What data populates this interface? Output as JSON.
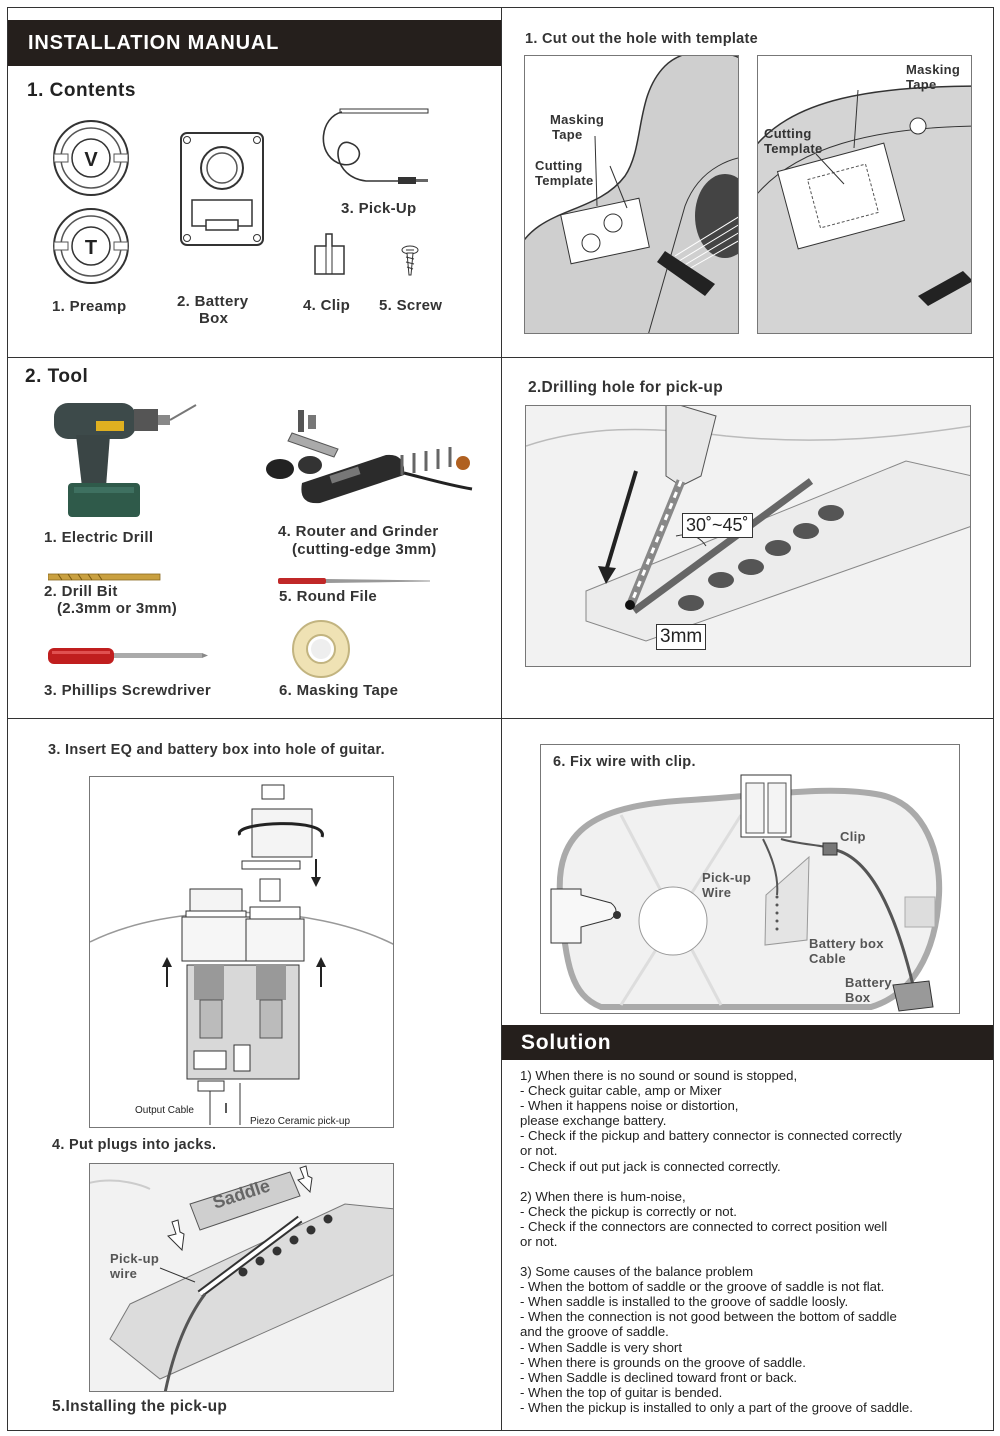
{
  "header": {
    "title": "INSTALLATION MANUAL"
  },
  "contents": {
    "heading": "1. Contents",
    "preamp": "1. Preamp",
    "battery_line1": "2. Battery",
    "battery_line2": "Box",
    "pickup": "3. Pick-Up",
    "clip": "4. Clip",
    "screw": "5. Screw",
    "knob_v": "V",
    "knob_t": "T"
  },
  "tool": {
    "heading": "2. Tool",
    "drill": "1. Electric Drill",
    "router_line1": "4. Router and Grinder",
    "router_line2": "(cutting-edge 3mm)",
    "bit_line1": "2. Drill Bit",
    "bit_line2": "(2.3mm or 3mm)",
    "file": "5. Round File",
    "screwdriver": "3. Phillips Screwdriver",
    "tape": "6. Masking Tape"
  },
  "step1": {
    "heading": "1. Cut out the hole with template",
    "left_mask_line1": "Masking",
    "left_mask_line2": "Tape",
    "left_tmpl_line1": "Cutting",
    "left_tmpl_line2": "Template",
    "right_mask_line1": "Masking",
    "right_mask_line2": "Tape",
    "right_tmpl_line1": "Cutting",
    "right_tmpl_line2": "Template"
  },
  "step2": {
    "heading": "2.Drilling hole for pick-up",
    "angle": "30˚~45˚",
    "size": "3mm"
  },
  "step3": {
    "heading": "3. Insert EQ and battery box into hole of guitar.",
    "output_cable": "Output Cable",
    "piezo": "Piezo Ceramic pick-up"
  },
  "step4": {
    "heading": "4. Put plugs into jacks.",
    "saddle": "Saddle",
    "pickup_wire_line1": "Pick-up",
    "pickup_wire_line2": "wire"
  },
  "step5": {
    "heading": "5.Installing the pick-up"
  },
  "step6": {
    "heading": "6. Fix wire with clip.",
    "clip": "Clip",
    "pickup_wire_line1": "Pick-up",
    "pickup_wire_line2": "Wire",
    "battery_cable_line1": "Battery box",
    "battery_cable_line2": "Cable",
    "battery_line1": "Battery",
    "battery_line2": "Box"
  },
  "solution": {
    "title": "Solution",
    "lines": [
      "1) When there is no sound or sound is stopped,",
      "- Check guitar cable, amp or Mixer",
      "- When it happens noise or distortion,",
      "   please exchange battery.",
      "- Check if the pickup and battery connector is connected correctly",
      "   or not.",
      "- Check if out put jack is connected correctly.",
      "",
      "2) When there is hum-noise,",
      "- Check the pickup is correctly or not.",
      "- Check if the connectors are connected to correct position well",
      "  or not.",
      "",
      "3) Some causes of the balance problem",
      "- When the bottom of saddle or the groove of saddle is not flat.",
      "- When saddle is installed to the groove of saddle loosly.",
      "- When the connection is not good between the bottom of saddle",
      "  and the groove of saddle.",
      "- When Saddle is very short",
      "- When there is grounds on the groove of saddle.",
      "- When Saddle is declined toward front or back.",
      "- When the top of guitar is bended.",
      "- When the pickup is installed to only a part of the groove of saddle."
    ]
  }
}
